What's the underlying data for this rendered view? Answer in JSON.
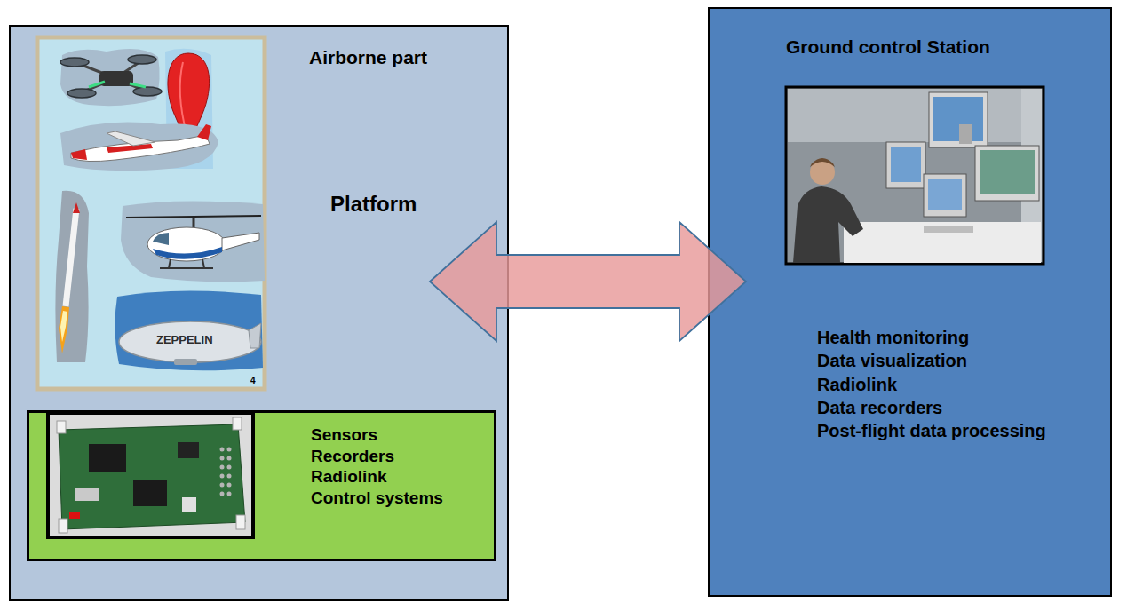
{
  "diagram": {
    "nodes": [
      {
        "text": [
          "Airborne part",
          "Platform"
        ]
      },
      {
        "text": [
          "Sensors",
          "Recorders",
          "Radiolink",
          "Control systems"
        ],
        "in": 0
      },
      {
        "text": [
          "Ground control Station",
          "Health monitoring",
          "Data visualization",
          "Radiolink",
          "Data recorders",
          "Post-flight data processing"
        ]
      }
    ],
    "edges": [
      {
        "from": 0,
        "to": 2,
        "arrow": "both"
      }
    ],
    "labels": [
      "ZEPPELIN",
      "4"
    ]
  }
}
